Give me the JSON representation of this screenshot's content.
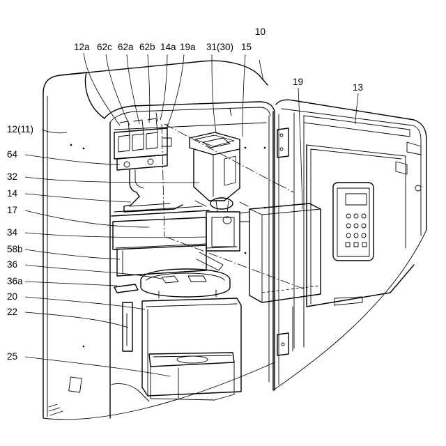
{
  "labels": {
    "l10": "10",
    "l12a": "12a",
    "l62c": "62c",
    "l62a": "62a",
    "l62b": "62b",
    "l14a": "14a",
    "l19a": "19a",
    "l31": "31(30)",
    "l15": "15",
    "l19": "19",
    "l13": "13",
    "l12": "12(11)",
    "l64": "64",
    "l32": "32",
    "l14": "14",
    "l17": "17",
    "l34": "34",
    "l58b": "58b",
    "l36": "36",
    "l36a": "36a",
    "l20": "20",
    "l22": "22",
    "l25": "25"
  }
}
